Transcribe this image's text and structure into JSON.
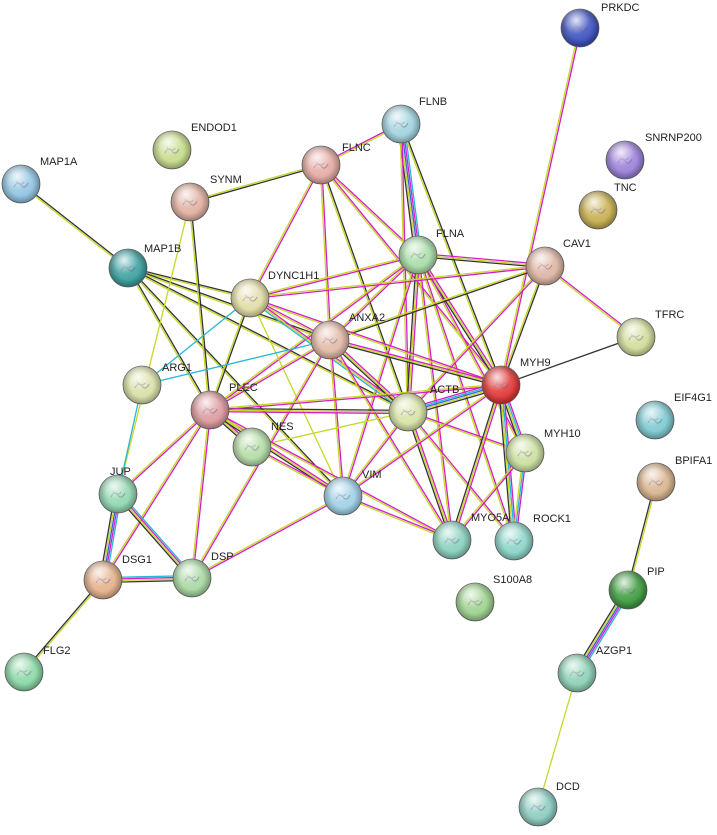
{
  "network": {
    "edge_colors": {
      "magenta": "#d31ec8",
      "black": "#333333",
      "yellow": "#c8d629",
      "cyan": "#25b8d6",
      "blue": "#3a5fd6",
      "green": "#4aa84a",
      "purple": "#8a63d2"
    },
    "nodes": [
      {
        "id": "PRKDC",
        "label": "PRKDC",
        "color": "#3a4fbe"
      },
      {
        "id": "ENDOD1",
        "label": "ENDOD1",
        "color": "#c6dc8c"
      },
      {
        "id": "FLNB",
        "label": "FLNB",
        "color": "#9fd2de"
      },
      {
        "id": "SNRNP200",
        "label": "SNRNP200",
        "color": "#9a7fd8"
      },
      {
        "id": "MAP1A",
        "label": "MAP1A",
        "color": "#90c4e2"
      },
      {
        "id": "FLNC",
        "label": "FLNC",
        "color": "#e4aaa2"
      },
      {
        "id": "SYNM",
        "label": "SYNM",
        "color": "#e0b0a0"
      },
      {
        "id": "TNC",
        "label": "TNC",
        "color": "#c6ae4e"
      },
      {
        "id": "FLNA",
        "label": "FLNA",
        "color": "#a8dca8"
      },
      {
        "id": "CAV1",
        "label": "CAV1",
        "color": "#ddb4a2"
      },
      {
        "id": "MAP1B",
        "label": "MAP1B",
        "color": "#3a9e9e"
      },
      {
        "id": "DYNC1H1",
        "label": "DYNC1H1",
        "color": "#e2dca6"
      },
      {
        "id": "ANXA2",
        "label": "ANXA2",
        "color": "#e2b8a6"
      },
      {
        "id": "TFRC",
        "label": "TFRC",
        "color": "#d2dc9a"
      },
      {
        "id": "ARG1",
        "label": "ARG1",
        "color": "#d8e0a6"
      },
      {
        "id": "MYH9",
        "label": "MYH9",
        "color": "#e03434"
      },
      {
        "id": "PLEC",
        "label": "PLEC",
        "color": "#dc9a9e"
      },
      {
        "id": "ACTB",
        "label": "ACTB",
        "color": "#d6e2a6"
      },
      {
        "id": "EIF4G1",
        "label": "EIF4G1",
        "color": "#7cc8d0"
      },
      {
        "id": "NES",
        "label": "NES",
        "color": "#b4dca6"
      },
      {
        "id": "MYH10",
        "label": "MYH10",
        "color": "#cadf9e"
      },
      {
        "id": "BPIFA1",
        "label": "BPIFA1",
        "color": "#d8b48e"
      },
      {
        "id": "JUP",
        "label": "JUP",
        "color": "#90d6b0"
      },
      {
        "id": "VIM",
        "label": "VIM",
        "color": "#9ed0e6"
      },
      {
        "id": "MYO5A",
        "label": "MYO5A",
        "color": "#88d0bc"
      },
      {
        "id": "ROCK1",
        "label": "ROCK1",
        "color": "#8ad4c8"
      },
      {
        "id": "DSG1",
        "label": "DSG1",
        "color": "#e4b08a"
      },
      {
        "id": "DSP",
        "label": "DSP",
        "color": "#a8d8a2"
      },
      {
        "id": "S100A8",
        "label": "S100A8",
        "color": "#9ed28e"
      },
      {
        "id": "PIP",
        "label": "PIP",
        "color": "#3c9a3c"
      },
      {
        "id": "FLG2",
        "label": "FLG2",
        "color": "#8ad8a6"
      },
      {
        "id": "AZGP1",
        "label": "AZGP1",
        "color": "#8cd0b4"
      },
      {
        "id": "DCD",
        "label": "DCD",
        "color": "#8cccc0"
      }
    ],
    "edges": [
      {
        "source": "PRKDC",
        "target": "MYH9",
        "colors": [
          "magenta",
          "yellow"
        ]
      },
      {
        "source": "MAP1A",
        "target": "MAP1B",
        "colors": [
          "black",
          "yellow"
        ]
      },
      {
        "source": "MAP1B",
        "target": "DYNC1H1",
        "colors": [
          "black",
          "yellow"
        ]
      },
      {
        "source": "MAP1B",
        "target": "PLEC",
        "colors": [
          "black",
          "yellow"
        ]
      },
      {
        "source": "MAP1B",
        "target": "ACTB",
        "colors": [
          "black",
          "yellow"
        ]
      },
      {
        "source": "MAP1B",
        "target": "ANXA2",
        "colors": [
          "black",
          "yellow"
        ]
      },
      {
        "source": "MAP1B",
        "target": "VIM",
        "colors": [
          "black",
          "yellow"
        ]
      },
      {
        "source": "SYNM",
        "target": "FLNC",
        "colors": [
          "yellow",
          "black"
        ]
      },
      {
        "source": "SYNM",
        "target": "PLEC",
        "colors": [
          "black",
          "yellow"
        ]
      },
      {
        "source": "SYNM",
        "target": "JUP",
        "colors": [
          "yellow"
        ]
      },
      {
        "source": "FLNC",
        "target": "FLNB",
        "colors": [
          "magenta",
          "yellow"
        ]
      },
      {
        "source": "FLNC",
        "target": "FLNA",
        "colors": [
          "magenta",
          "yellow"
        ]
      },
      {
        "source": "FLNC",
        "target": "DYNC1H1",
        "colors": [
          "magenta",
          "yellow"
        ]
      },
      {
        "source": "FLNC",
        "target": "ANXA2",
        "colors": [
          "magenta",
          "yellow"
        ]
      },
      {
        "source": "FLNC",
        "target": "ACTB",
        "colors": [
          "black",
          "yellow"
        ]
      },
      {
        "source": "FLNC",
        "target": "MYH9",
        "colors": [
          "magenta",
          "yellow"
        ]
      },
      {
        "source": "FLNB",
        "target": "FLNA",
        "colors": [
          "cyan",
          "magenta",
          "blue",
          "yellow",
          "black"
        ]
      },
      {
        "source": "FLNB",
        "target": "ACTB",
        "colors": [
          "magenta",
          "yellow"
        ]
      },
      {
        "source": "FLNB",
        "target": "MYH9",
        "colors": [
          "black",
          "yellow"
        ]
      },
      {
        "source": "FLNA",
        "target": "DYNC1H1",
        "colors": [
          "magenta",
          "yellow"
        ]
      },
      {
        "source": "FLNA",
        "target": "CAV1",
        "colors": [
          "magenta",
          "yellow",
          "black"
        ]
      },
      {
        "source": "FLNA",
        "target": "ANXA2",
        "colors": [
          "magenta",
          "yellow"
        ]
      },
      {
        "source": "FLNA",
        "target": "ACTB",
        "colors": [
          "magenta",
          "yellow",
          "black"
        ]
      },
      {
        "source": "FLNA",
        "target": "MYH9",
        "colors": [
          "magenta",
          "yellow",
          "black"
        ]
      },
      {
        "source": "FLNA",
        "target": "PLEC",
        "colors": [
          "magenta",
          "yellow"
        ]
      },
      {
        "source": "FLNA",
        "target": "VIM",
        "colors": [
          "magenta",
          "yellow"
        ]
      },
      {
        "source": "FLNA",
        "target": "MYH10",
        "colors": [
          "magenta",
          "yellow"
        ]
      },
      {
        "source": "FLNA",
        "target": "MYO5A",
        "colors": [
          "magenta",
          "yellow"
        ]
      },
      {
        "source": "FLNA",
        "target": "ROCK1",
        "colors": [
          "magenta",
          "yellow"
        ]
      },
      {
        "source": "CAV1",
        "target": "TFRC",
        "colors": [
          "magenta",
          "yellow"
        ]
      },
      {
        "source": "CAV1",
        "target": "ACTB",
        "colors": [
          "magenta",
          "yellow"
        ]
      },
      {
        "source": "CAV1",
        "target": "MYH9",
        "colors": [
          "black",
          "yellow"
        ]
      },
      {
        "source": "CAV1",
        "target": "DYNC1H1",
        "colors": [
          "magenta",
          "yellow"
        ]
      },
      {
        "source": "CAV1",
        "target": "ANXA2",
        "colors": [
          "black",
          "yellow"
        ]
      },
      {
        "source": "TFRC",
        "target": "MYH9",
        "colors": [
          "black"
        ]
      },
      {
        "source": "DYNC1H1",
        "target": "ANXA2",
        "colors": [
          "magenta",
          "yellow"
        ]
      },
      {
        "source": "DYNC1H1",
        "target": "ACTB",
        "colors": [
          "magenta",
          "yellow",
          "cyan"
        ]
      },
      {
        "source": "DYNC1H1",
        "target": "MYH9",
        "colors": [
          "magenta",
          "yellow"
        ]
      },
      {
        "source": "DYNC1H1",
        "target": "PLEC",
        "colors": [
          "black",
          "yellow"
        ]
      },
      {
        "source": "DYNC1H1",
        "target": "ARG1",
        "colors": [
          "cyan"
        ]
      },
      {
        "source": "DYNC1H1",
        "target": "VIM",
        "colors": [
          "yellow"
        ]
      },
      {
        "source": "ANXA2",
        "target": "ACTB",
        "colors": [
          "magenta",
          "yellow",
          "black"
        ]
      },
      {
        "source": "ANXA2",
        "target": "MYH9",
        "colors": [
          "magenta",
          "yellow",
          "black"
        ]
      },
      {
        "source": "ANXA2",
        "target": "PLEC",
        "colors": [
          "magenta",
          "yellow"
        ]
      },
      {
        "source": "ANXA2",
        "target": "VIM",
        "colors": [
          "magenta",
          "yellow"
        ]
      },
      {
        "source": "ANXA2",
        "target": "MYO5A",
        "colors": [
          "magenta",
          "yellow"
        ]
      },
      {
        "source": "ANXA2",
        "target": "ARG1",
        "colors": [
          "cyan"
        ]
      },
      {
        "source": "ANXA2",
        "target": "DSP",
        "colors": [
          "magenta",
          "yellow"
        ]
      },
      {
        "source": "ACTB",
        "target": "MYH9",
        "colors": [
          "magenta",
          "cyan",
          "blue",
          "yellow",
          "black"
        ]
      },
      {
        "source": "ACTB",
        "target": "PLEC",
        "colors": [
          "magenta",
          "yellow",
          "black"
        ]
      },
      {
        "source": "ACTB",
        "target": "VIM",
        "colors": [
          "magenta",
          "yellow"
        ]
      },
      {
        "source": "ACTB",
        "target": "MYH10",
        "colors": [
          "magenta",
          "yellow"
        ]
      },
      {
        "source": "ACTB",
        "target": "MYO5A",
        "colors": [
          "magenta",
          "yellow",
          "black"
        ]
      },
      {
        "source": "ACTB",
        "target": "ROCK1",
        "colors": [
          "magenta",
          "yellow"
        ]
      },
      {
        "source": "ACTB",
        "target": "NES",
        "colors": [
          "yellow"
        ]
      },
      {
        "source": "MYH9",
        "target": "MYH10",
        "colors": [
          "magenta",
          "cyan",
          "yellow",
          "black"
        ]
      },
      {
        "source": "MYH9",
        "target": "MYO5A",
        "colors": [
          "magenta",
          "yellow",
          "black"
        ]
      },
      {
        "source": "MYH9",
        "target": "ROCK1",
        "colors": [
          "magenta",
          "cyan",
          "yellow",
          "black"
        ]
      },
      {
        "source": "MYH9",
        "target": "PLEC",
        "colors": [
          "magenta",
          "yellow"
        ]
      },
      {
        "source": "MYH9",
        "target": "VIM",
        "colors": [
          "magenta",
          "yellow"
        ]
      },
      {
        "source": "MYH10",
        "target": "ROCK1",
        "colors": [
          "magenta",
          "cyan",
          "yellow"
        ]
      },
      {
        "source": "MYH10",
        "target": "MYO5A",
        "colors": [
          "magenta",
          "yellow"
        ]
      },
      {
        "source": "PLEC",
        "target": "NES",
        "colors": [
          "magenta",
          "yellow",
          "black"
        ]
      },
      {
        "source": "PLEC",
        "target": "VIM",
        "colors": [
          "magenta",
          "yellow",
          "black"
        ]
      },
      {
        "source": "PLEC",
        "target": "JUP",
        "colors": [
          "magenta",
          "yellow"
        ]
      },
      {
        "source": "PLEC",
        "target": "DSG1",
        "colors": [
          "magenta",
          "yellow"
        ]
      },
      {
        "source": "PLEC",
        "target": "DSP",
        "colors": [
          "magenta",
          "yellow"
        ]
      },
      {
        "source": "PLEC",
        "target": "MYO5A",
        "colors": [
          "magenta",
          "yellow"
        ]
      },
      {
        "source": "NES",
        "target": "VIM",
        "colors": [
          "magenta",
          "yellow"
        ]
      },
      {
        "source": "VIM",
        "target": "MYO5A",
        "colors": [
          "magenta",
          "yellow"
        ]
      },
      {
        "source": "VIM",
        "target": "DSP",
        "colors": [
          "magenta",
          "yellow"
        ]
      },
      {
        "source": "ARG1",
        "target": "JUP",
        "colors": [
          "cyan"
        ]
      },
      {
        "source": "JUP",
        "target": "DSG1",
        "colors": [
          "cyan",
          "magenta",
          "blue",
          "yellow",
          "black"
        ]
      },
      {
        "source": "JUP",
        "target": "DSP",
        "colors": [
          "cyan",
          "magenta",
          "yellow",
          "black"
        ]
      },
      {
        "source": "DSG1",
        "target": "DSP",
        "colors": [
          "cyan",
          "magenta",
          "yellow",
          "black"
        ]
      },
      {
        "source": "DSG1",
        "target": "FLG2",
        "colors": [
          "yellow",
          "black"
        ]
      },
      {
        "source": "BPIFA1",
        "target": "PIP",
        "colors": [
          "yellow",
          "black"
        ]
      },
      {
        "source": "PIP",
        "target": "AZGP1",
        "colors": [
          "cyan",
          "magenta",
          "blue",
          "yellow",
          "black"
        ]
      },
      {
        "source": "AZGP1",
        "target": "DCD",
        "colors": [
          "yellow"
        ]
      }
    ]
  }
}
